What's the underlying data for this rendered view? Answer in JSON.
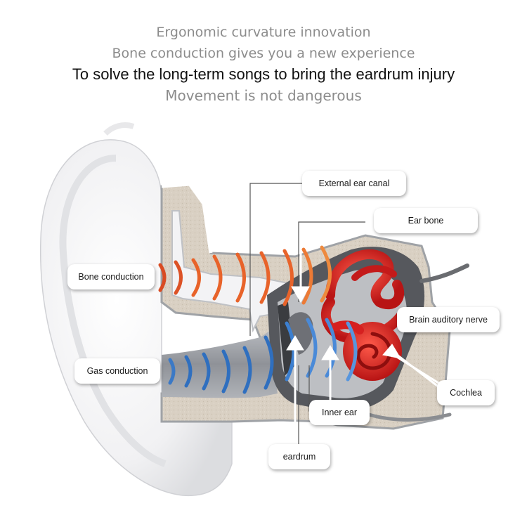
{
  "header": {
    "line1": "Ergonomic curvature innovation",
    "line2": "Bone conduction gives you a new experience",
    "line3": "To solve the long-term songs to bring the eardrum injury",
    "line4": "Movement is not dangerous"
  },
  "labels": {
    "external_ear_canal": "External ear canal",
    "ear_bone": "Ear bone",
    "bone_conduction": "Bone conduction",
    "brain_auditory_nerve": "Brain auditory nerve",
    "gas_conduction": "Gas conduction",
    "cochlea": "Cochlea",
    "inner_ear": "Inner ear",
    "eardrum": "eardrum"
  },
  "colors": {
    "bone_wave": "#e8632a",
    "air_wave": "#2f6fbf",
    "cochlea": "#d62020",
    "bone_tissue": "#d8cfc2",
    "canal_gray": "#9a9da3"
  }
}
